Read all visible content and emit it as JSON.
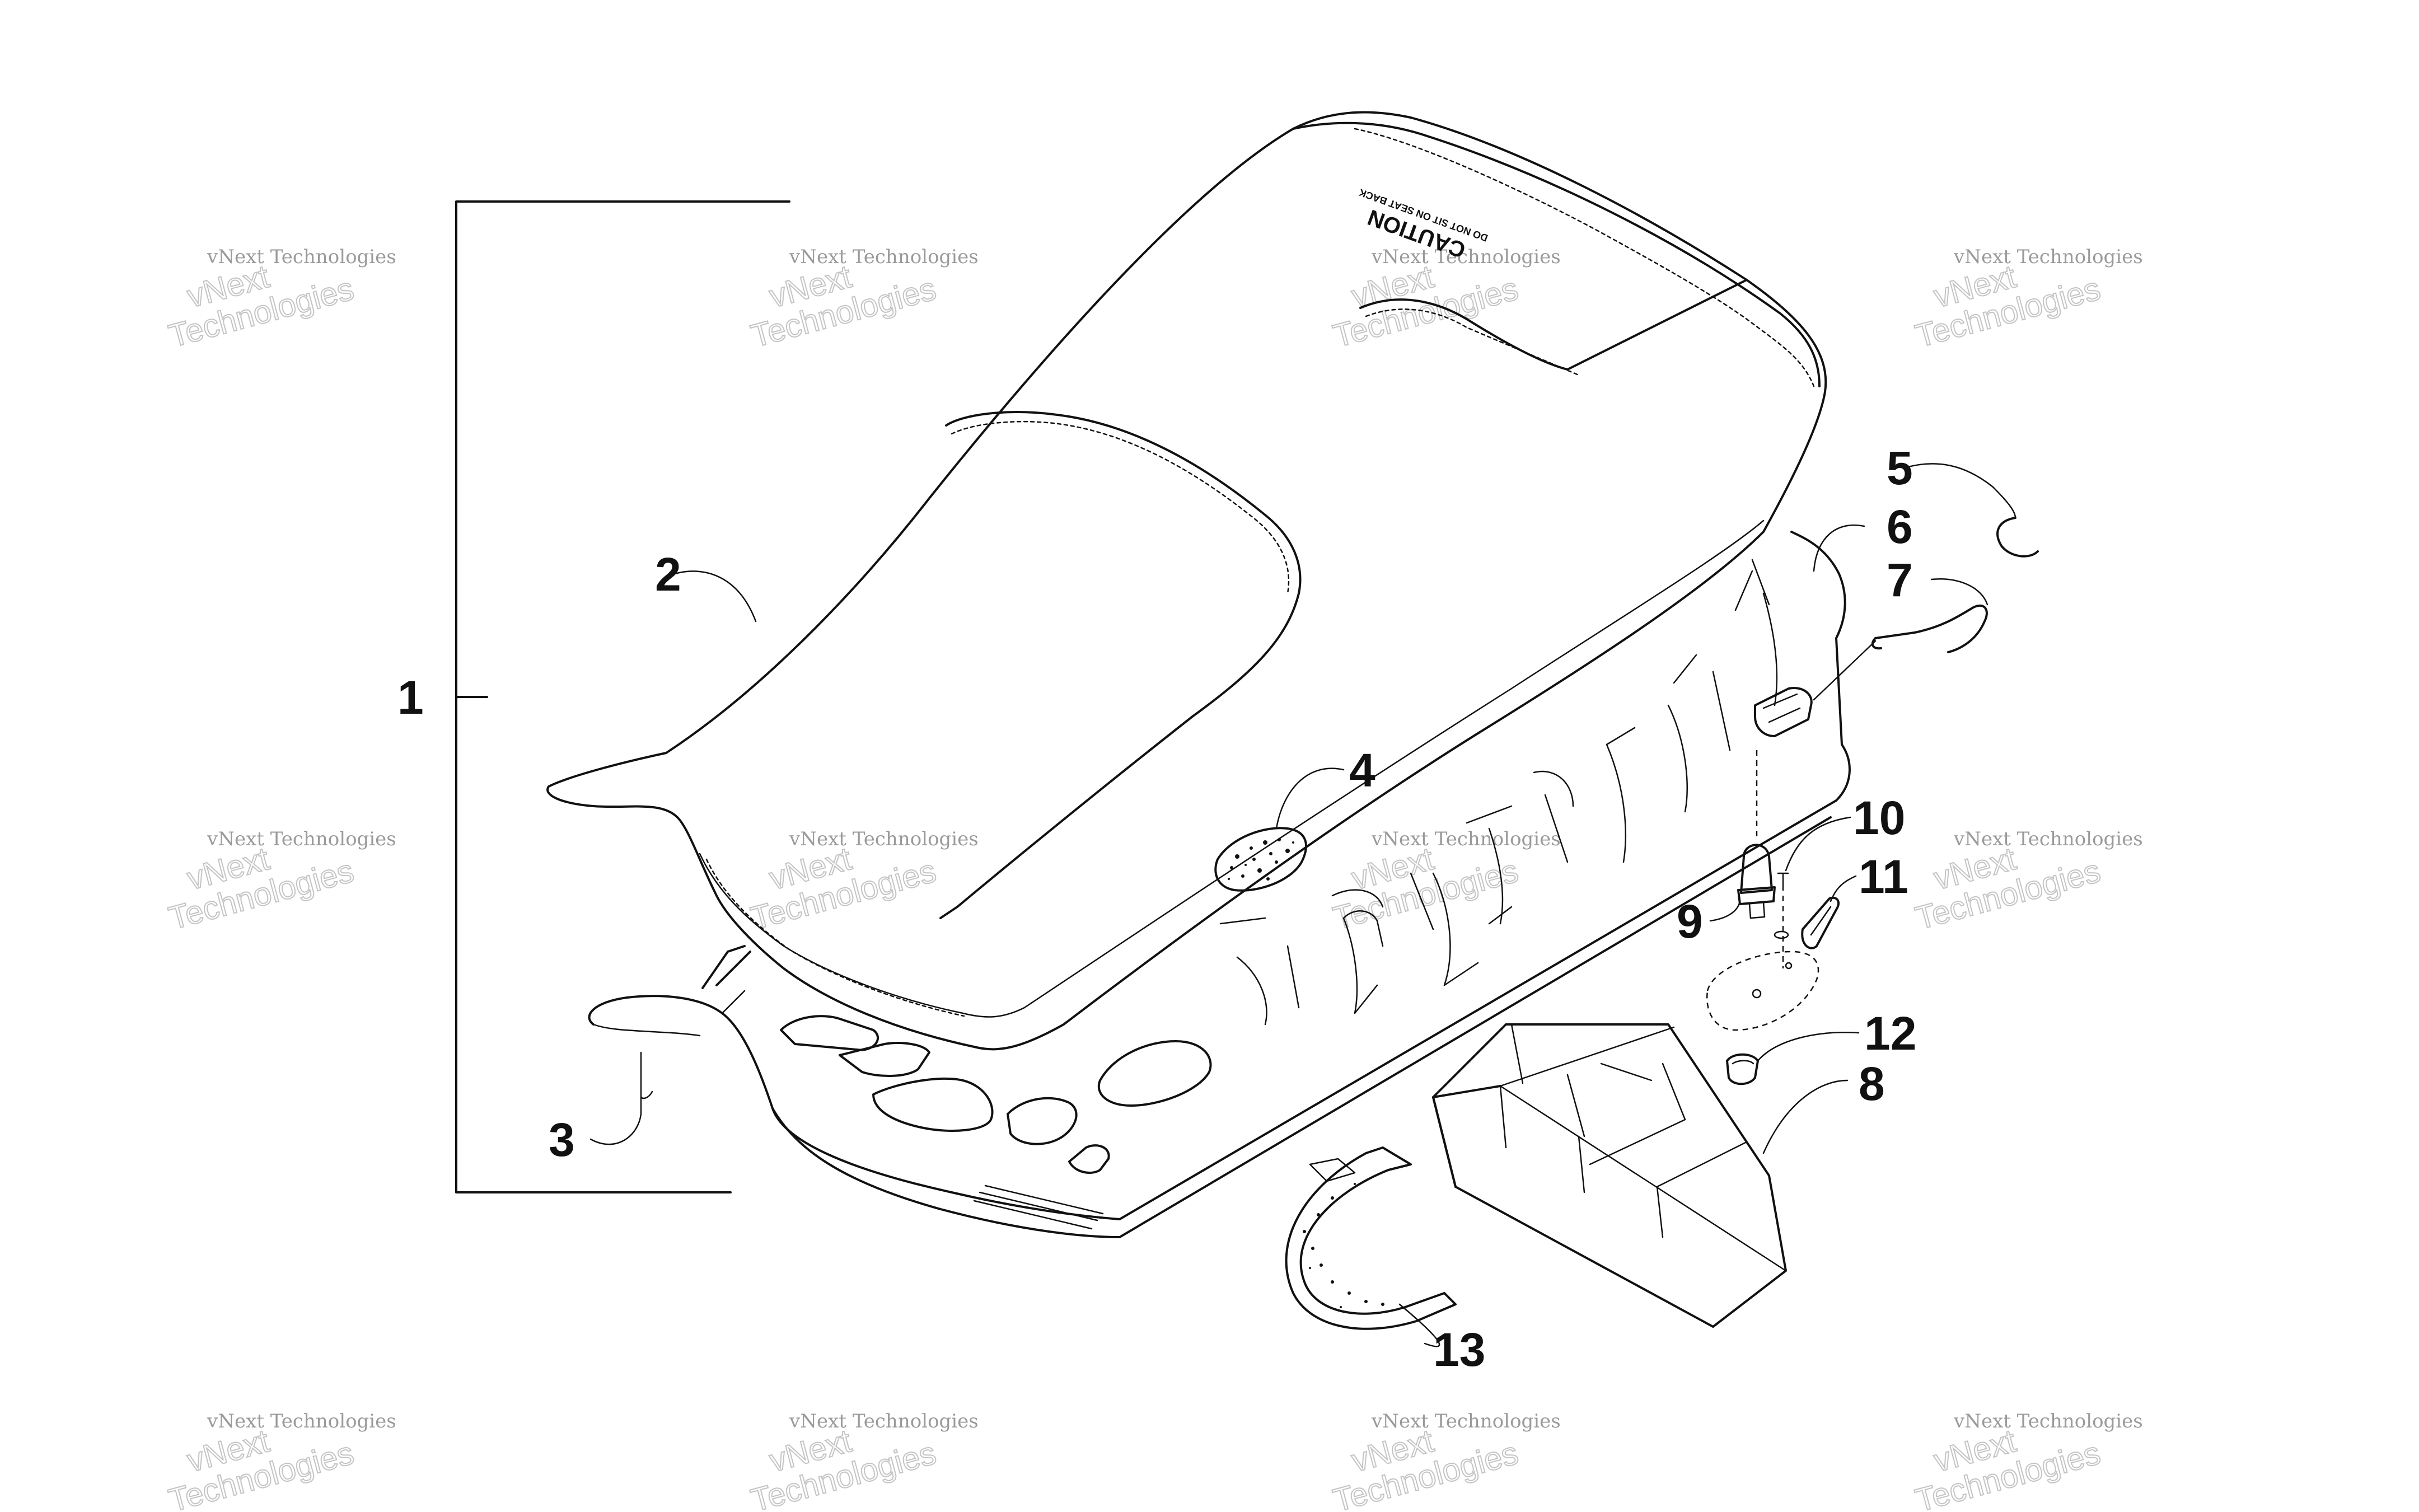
{
  "diagram": {
    "callouts": [
      "1",
      "2",
      "3",
      "4",
      "5",
      "6",
      "7",
      "8",
      "9",
      "10",
      "11",
      "12",
      "13"
    ],
    "seat_caution": {
      "heading": "CAUTION",
      "subtext": "DO NOT SIT ON SEAT BACK"
    },
    "watermark": {
      "line1": "vNext Technologies",
      "line2": "vNext",
      "line3": "Technologies"
    }
  }
}
